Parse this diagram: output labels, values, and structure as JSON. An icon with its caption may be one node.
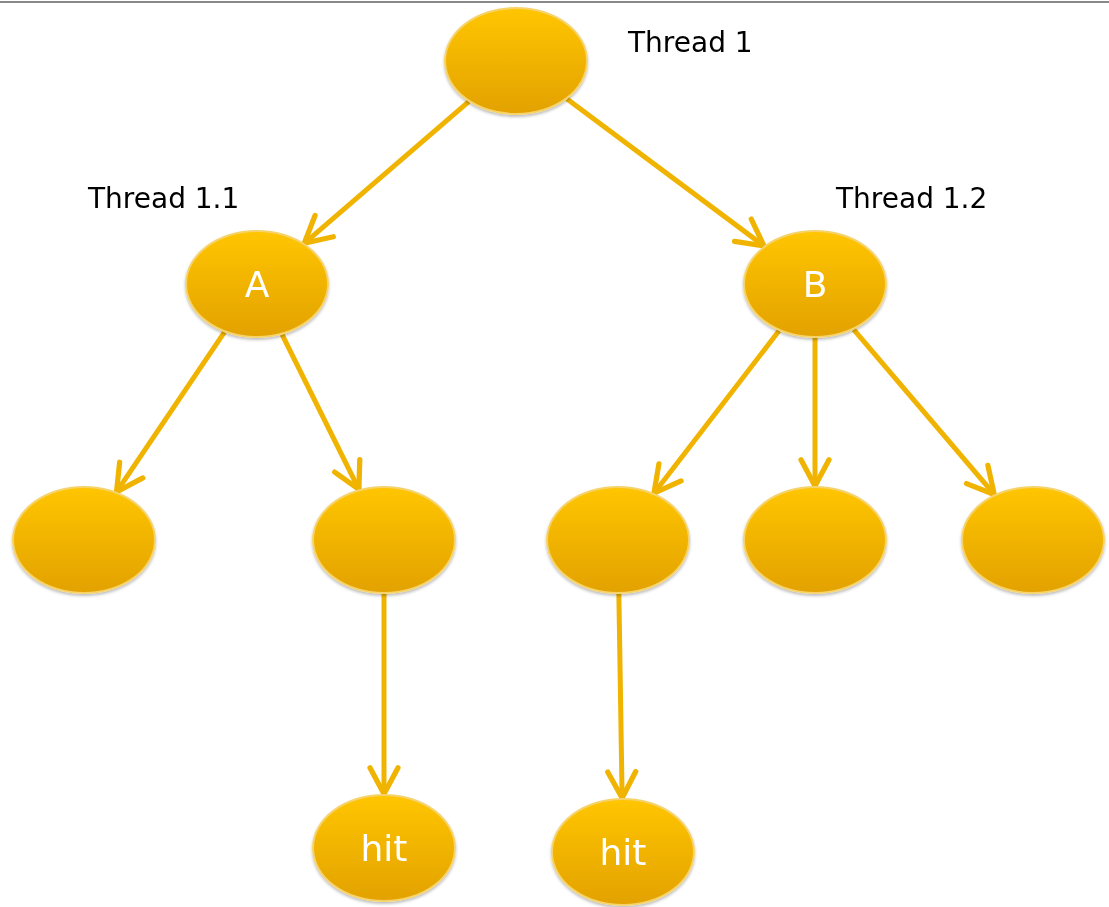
{
  "diagram": {
    "nodes": [
      {
        "text": [],
        "shape": "circle",
        "beside": [
          "Thread 1"
        ]
      },
      {
        "text": [
          "A"
        ],
        "beside": [
          "Thread 1.1"
        ]
      },
      {
        "text": [
          "B"
        ],
        "beside": [
          "Thread 1.2"
        ]
      },
      {
        "text": [],
        "shape": "circle"
      },
      {
        "text": [],
        "shape": "circle"
      },
      {
        "text": [],
        "shape": "circle"
      },
      {
        "text": [],
        "shape": "circle"
      },
      {
        "text": [],
        "shape": "circle"
      },
      {
        "text": [
          "hit"
        ]
      },
      {
        "text": [
          "hit"
        ]
      }
    ],
    "edges": [
      {
        "from": 0,
        "to": 1,
        "arrow": "to"
      },
      {
        "from": 0,
        "to": 2,
        "arrow": "to"
      },
      {
        "from": 1,
        "to": 3,
        "arrow": "to"
      },
      {
        "from": 1,
        "to": 4,
        "arrow": "to"
      },
      {
        "from": 2,
        "to": 5,
        "arrow": "to"
      },
      {
        "from": 2,
        "to": 6,
        "arrow": "to"
      },
      {
        "from": 2,
        "to": 7,
        "arrow": "to"
      },
      {
        "from": 4,
        "to": 8,
        "arrow": "to"
      },
      {
        "from": 5,
        "to": 9,
        "arrow": "to"
      }
    ]
  }
}
